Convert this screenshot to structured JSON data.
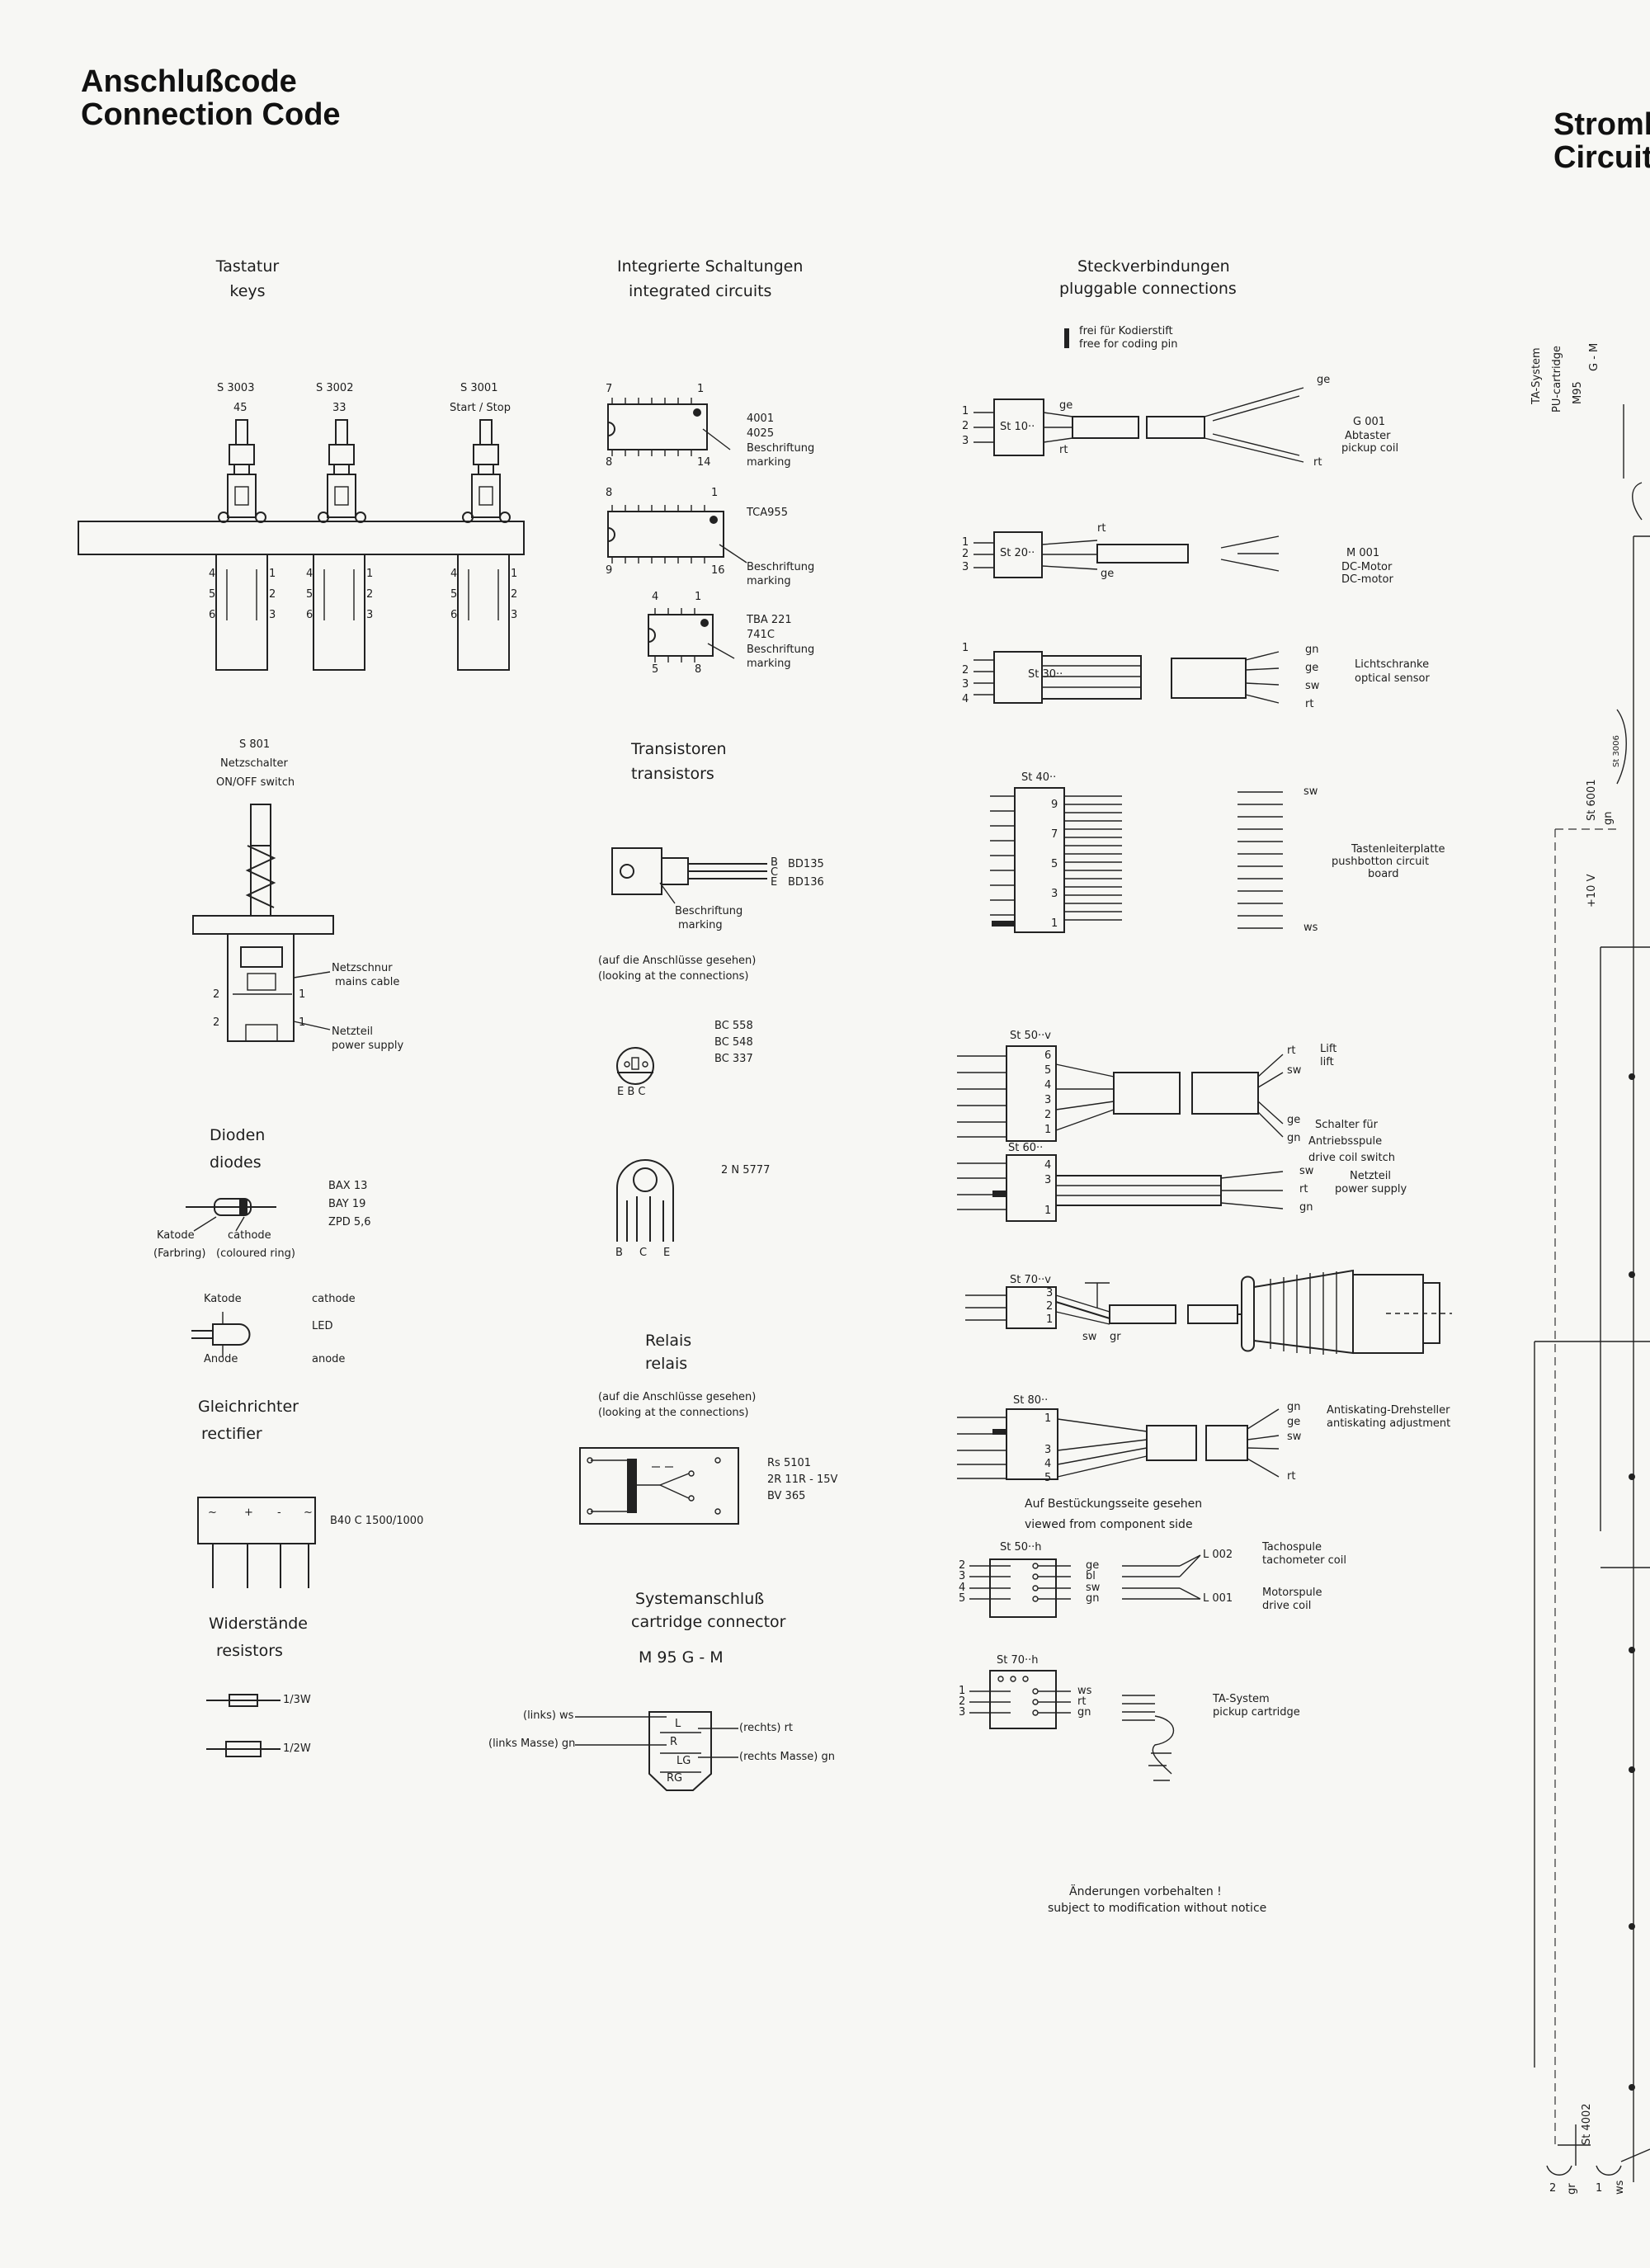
{
  "headings": {
    "left_de": "Anschlußcode",
    "left_en": "Connection Code",
    "right_de": "Stroml",
    "right_en": "Circuit"
  },
  "keys": {
    "title_de": "Tastatur",
    "title_en": "keys",
    "switches": [
      {
        "id": "S 3003",
        "label": "45"
      },
      {
        "id": "S 3002",
        "label": "33"
      },
      {
        "id": "S 3001",
        "label": "Start / Stop"
      }
    ],
    "pin_rows": [
      [
        "4",
        "1"
      ],
      [
        "5",
        "2"
      ],
      [
        "6",
        "3"
      ]
    ]
  },
  "power_switch": {
    "id": "S 801",
    "name_de": "Netzschalter",
    "name_en": "ON/OFF switch",
    "mains_de": "Netzschnur",
    "mains_en": "mains cable",
    "supply_de": "Netzteil",
    "supply_en": "power supply",
    "pin_2": "2",
    "pin_1": "1"
  },
  "diodes": {
    "title_de": "Dioden",
    "title_en": "diodes",
    "types": [
      "BAX 13",
      "BAY 19",
      "ZPD 5,6"
    ],
    "katode": "Katode",
    "katode_note": "(Farbring)",
    "cathode": "cathode",
    "cathode_note": "(coloured ring)",
    "led_katode": "Katode",
    "led_cathode": "cathode",
    "led": "LED",
    "led_anode": "Anode",
    "led_anode_en": "anode"
  },
  "rectifier": {
    "title_de": "Gleichrichter",
    "title_en": "rectifier",
    "type": "B40 C 1500/1000",
    "signs": [
      "~",
      "+",
      "-",
      "~"
    ]
  },
  "resistors": {
    "title_de": "Widerstände",
    "title_en": "resistors",
    "values": [
      "1/3W",
      "1/2W"
    ]
  },
  "ics": {
    "title_de": "Integrierte Schaltungen",
    "title_en": "integrated circuits",
    "ic1_pins": [
      "7",
      "1",
      "8",
      "14"
    ],
    "ic1_types": [
      "4001",
      "4025"
    ],
    "ic2_pins": [
      "8",
      "1",
      "9",
      "16"
    ],
    "ic2_type": "TCA955",
    "ic3_pins": [
      "4",
      "1",
      "5",
      "8"
    ],
    "ic3_types": [
      "TBA 221",
      "741C"
    ],
    "marking_de": "Beschriftung",
    "marking_en": "marking"
  },
  "transistors": {
    "title_de": "Transistoren",
    "title_en": "transistors",
    "power_pins": [
      "B",
      "C",
      "E"
    ],
    "power_types": [
      "BD135",
      "BD136"
    ],
    "marking_de": "Beschriftung",
    "marking_en": "marking",
    "view_de": "(auf die Anschlüsse gesehen)",
    "view_en": "(looking at the connections)",
    "small_types": [
      "BC 558",
      "BC 548",
      "BC 337"
    ],
    "small_pins": "E B C",
    "large_type": "2 N 5777",
    "large_pins": [
      "B",
      "C",
      "E"
    ]
  },
  "relay": {
    "title_de": "Relais",
    "title_en": "relais",
    "view_de": "(auf die Anschlüsse gesehen)",
    "view_en": "(looking at the connections)",
    "types": [
      "Rs 5101",
      "2R 11R - 15V",
      "BV 365"
    ]
  },
  "cartridge": {
    "title_de": "Systemanschluß",
    "title_en": "cartridge connector",
    "model": "M 95   G - M",
    "left_label": "(links) ws",
    "left_ground": "(links Masse) gn",
    "right_label": "(rechts) rt",
    "right_ground": "(rechts Masse) gn",
    "pin_l": "L",
    "pin_r": "R",
    "pin_lg": "LG",
    "pin_rg": "RG"
  },
  "connections": {
    "title_de": "Steckverbindungen",
    "title_en": "pluggable connections",
    "coding_de": "frei für Kodierstift",
    "coding_en": "free for coding pin",
    "st10": {
      "id": "St 10··",
      "pins": [
        "1",
        "2",
        "3"
      ],
      "wire_top": "ge",
      "wire_bot": "rt",
      "far_top": "ge",
      "far_bot": "rt",
      "part": "G 001",
      "name_de": "Abtaster",
      "name_en": "pickup coil"
    },
    "st20": {
      "id": "St 20··",
      "pins": [
        "1",
        "2",
        "3"
      ],
      "wire_top": "rt",
      "wire_bot": "ge",
      "part": "M 001",
      "name_de": "DC-Motor",
      "name_en": "DC-motor"
    },
    "st30": {
      "id": "St 30··",
      "pins": [
        "1",
        "2",
        "3",
        "4"
      ],
      "wires": [
        "gn",
        "ge",
        "sw",
        "rt"
      ],
      "name_de": "Lichtschranke",
      "name_en": "optical sensor"
    },
    "st40": {
      "id": "St 40··",
      "pins": [
        "9",
        "7",
        "5",
        "3",
        "1"
      ],
      "wire_top": "sw",
      "wire_bot": "ws",
      "name_de": "Tastenleiterplatte",
      "name_en1": "pushbotton circuit",
      "name_en2": "board"
    },
    "st50v": {
      "id": "St 50··v",
      "pins": [
        "6",
        "5",
        "4",
        "3",
        "2",
        "1"
      ],
      "wires": [
        "rt",
        "sw",
        "ge",
        "gn"
      ],
      "lift_de": "Lift",
      "lift_en": "lift",
      "switch_de": "Schalter für",
      "switch_de2": "Antriebsspule",
      "switch_en": "drive coil switch"
    },
    "st60": {
      "id": "St 60··",
      "pins": [
        "4",
        "3",
        "1"
      ],
      "wires": [
        "sw",
        "rt",
        "gn"
      ],
      "name_de": "Netzteil",
      "name_en": "power supply"
    },
    "st70v": {
      "id": "St 70··v",
      "pins": [
        "3",
        "2",
        "1"
      ],
      "wires": [
        "sw",
        "gr"
      ]
    },
    "st80": {
      "id": "St 80··",
      "pins": [
        "1",
        "3",
        "4",
        "5"
      ],
      "wires": [
        "gn",
        "ge",
        "sw",
        "rt"
      ],
      "name_de": "Antiskating-Drehsteller",
      "name_en": "antiskating adjustment"
    },
    "view_de": "Auf  Bestückungsseite  gesehen",
    "view_en": "viewed  from  component  side",
    "st50h": {
      "id": "St 50··h",
      "pins": [
        "2",
        "3",
        "4",
        "5"
      ],
      "wires": [
        "ge",
        "bl",
        "sw",
        "gn"
      ],
      "l002": "L 002",
      "l001": "L 001",
      "tacho_de": "Tachospule",
      "tacho_en": "tachometer coil",
      "motor_de": "Motorspule",
      "motor_en": "drive coil"
    },
    "st70h": {
      "id": "St 70··h",
      "pins": [
        "1",
        "2",
        "3"
      ],
      "wires": [
        "ws",
        "rt",
        "gn"
      ],
      "name_de": "TA-System",
      "name_en": "pickup cartridge"
    }
  },
  "notice": {
    "de": "Änderungen  vorbehalten !",
    "en": "subject to modification without notice"
  },
  "right_strip": {
    "ta_system": "TA-System",
    "pu_cartridge": "PU-cartridge",
    "m95": "M95",
    "gm": "G - M",
    "st6001": "St 6001",
    "gn": "gn",
    "st3006": "St 3006",
    "plus10v": "+10 V",
    "st4002": "St 4002",
    "two": "2",
    "one": "1",
    "gr": "gr",
    "ws": "ws"
  }
}
